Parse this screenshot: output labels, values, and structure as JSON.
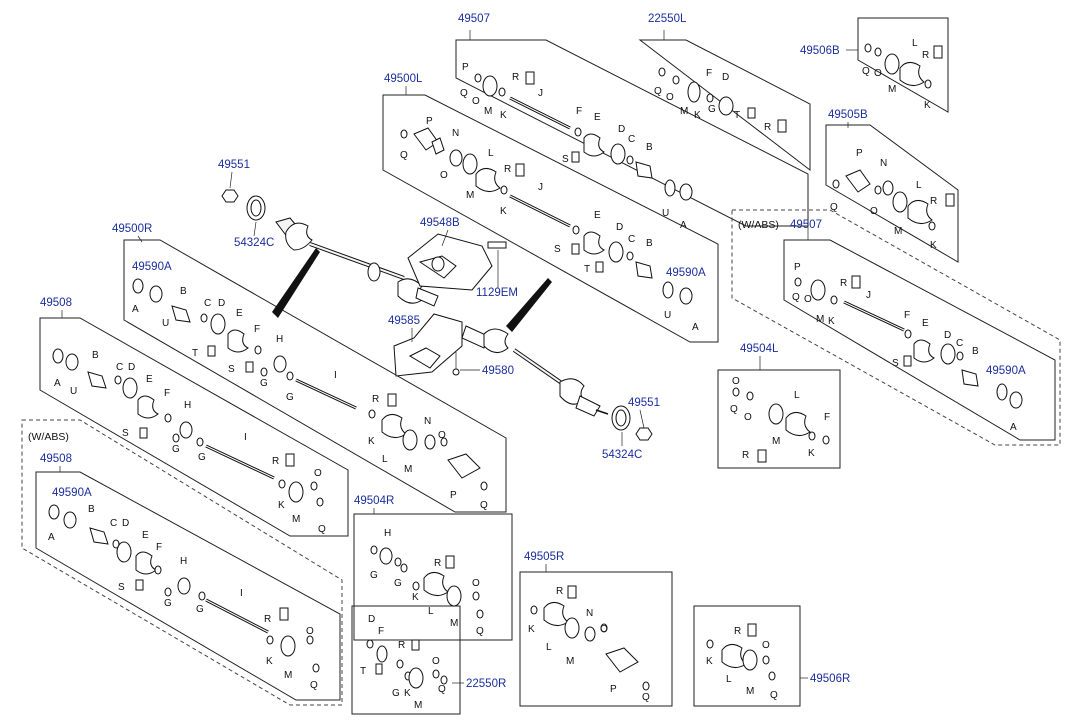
{
  "part_numbers": {
    "n49507_top": "49507",
    "n22550L": "22550L",
    "n49506B": "49506B",
    "n49500L": "49500L",
    "n49505B": "49505B",
    "n49551_top": "49551",
    "n54324C_top": "54324C",
    "n49548B": "49548B",
    "n1129EM": "1129EM",
    "n49500R": "49500R",
    "n49590A_left": "49590A",
    "n49585": "49585",
    "n49580": "49580",
    "n49590A_mid": "49590A",
    "n49507_abs": "49507",
    "n49590A_right": "49590A",
    "n49508_top": "49508",
    "n49551_bot": "49551",
    "n54324C_bot": "54324C",
    "n49504L": "49504L",
    "n49508_abs": "49508",
    "n49590A_abs": "49590A",
    "n49504R": "49504R",
    "n49505R": "49505R",
    "n22550R": "22550R",
    "n49506R": "49506R"
  },
  "tags": {
    "w_abs": "(W/ABS)"
  },
  "letters": {
    "A": "A",
    "B": "B",
    "C": "C",
    "D": "D",
    "E": "E",
    "F": "F",
    "G": "G",
    "H": "H",
    "I": "I",
    "J": "J",
    "K": "K",
    "L": "L",
    "M": "M",
    "N": "N",
    "O": "O",
    "P": "P",
    "Q": "Q",
    "R": "R",
    "S": "S",
    "T": "T",
    "U": "U"
  },
  "colors": {
    "part_number": "#1a2f9e",
    "line": "#111111"
  }
}
